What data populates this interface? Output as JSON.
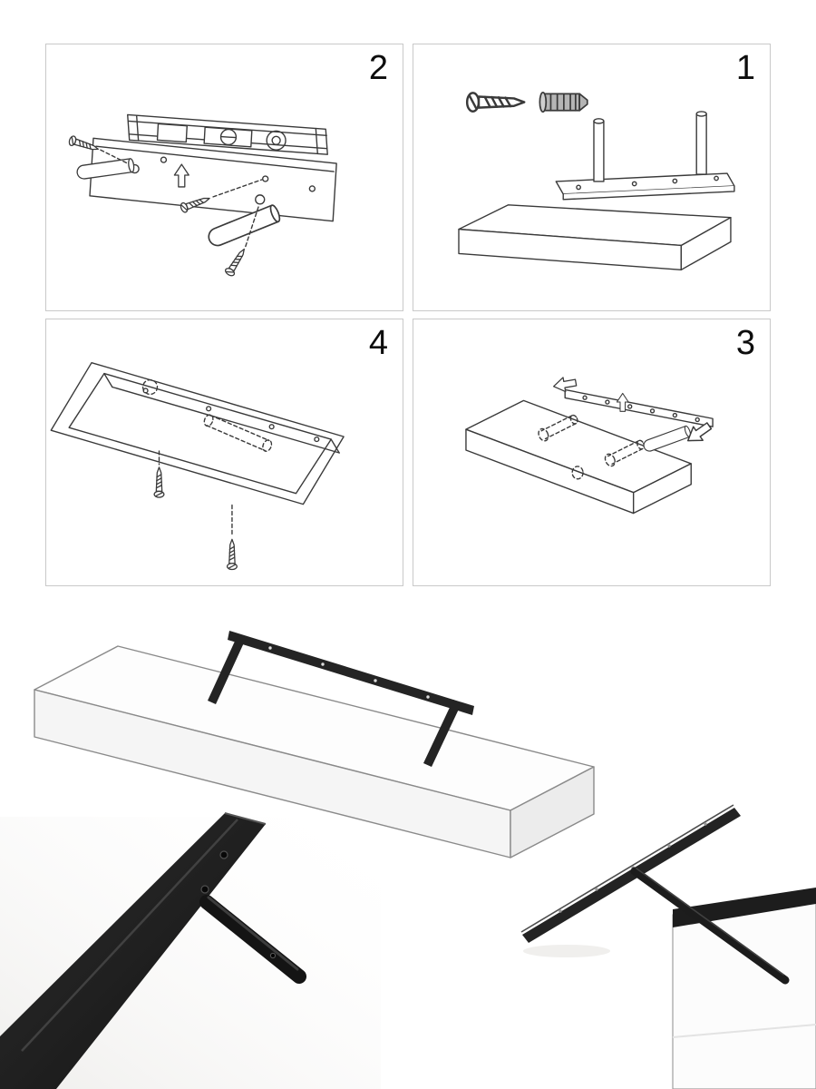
{
  "steps": [
    {
      "number": "2"
    },
    {
      "number": "1"
    },
    {
      "number": "4"
    },
    {
      "number": "3"
    }
  ],
  "colors": {
    "line_art": "#3a3a3a",
    "panel_border": "#c9c9c9",
    "bracket_black": "#1f1f1f",
    "page_background": "#ffffff"
  }
}
